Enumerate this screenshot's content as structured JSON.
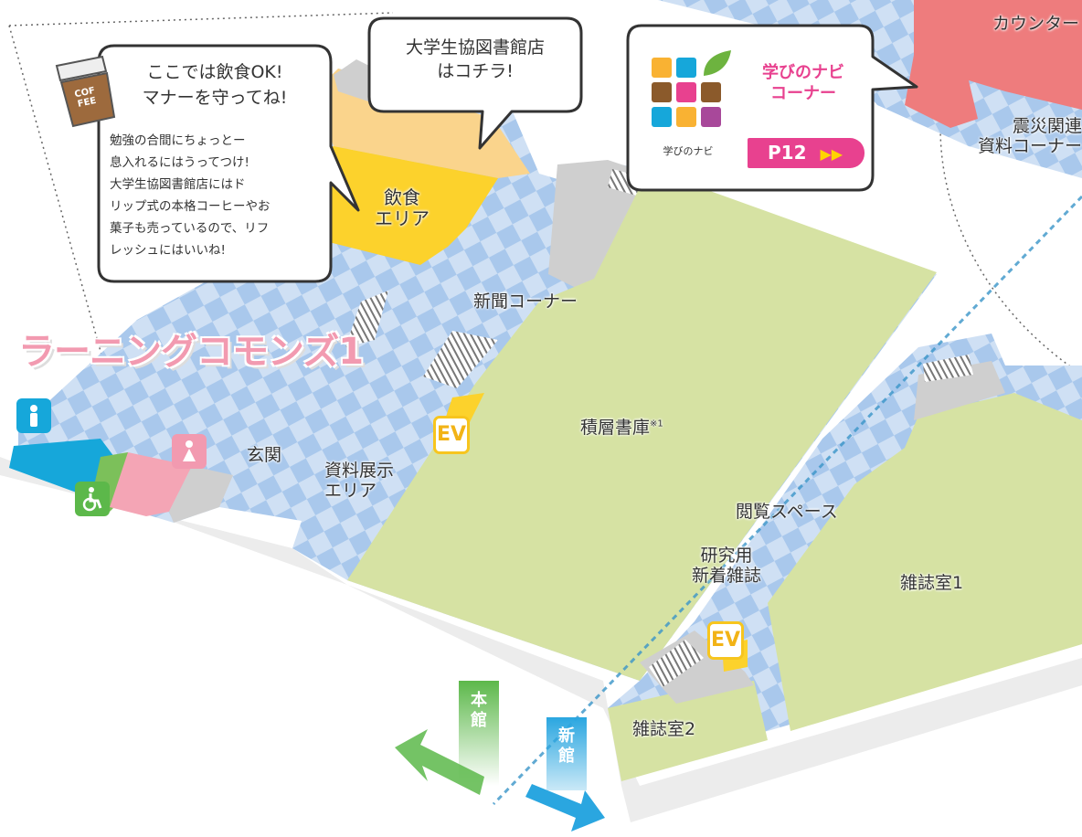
{
  "areas": {
    "learning_commons_title": "ラーニングコモンズ1",
    "dining_area": "飲食\nエリア",
    "newspaper_corner": "新聞コーナー",
    "stack": "積層書庫",
    "stack_note": "※1",
    "entrance": "玄関",
    "exhibition_area": "資料展示\nエリア",
    "reading_space": "閲覧スペース",
    "new_journals": "研究用\n新着雑誌",
    "magazine_room_1": "雑誌室1",
    "magazine_room_2": "雑誌室2",
    "counter": "カウンター",
    "disaster_corner": "震災関連\n資料コーナー",
    "elevator": "EV"
  },
  "bubbles": {
    "coffee": {
      "title_line1": "ここでは飲食OK!",
      "title_line2": "マナーを守ってね!",
      "body": "勉強の合間にちょっとー\n息入れるにはうってつけ!\n大学生協図書館店にはド\nリップ式の本格コーヒーやお\n菓子も売っているので、リフ\nレッシュにはいいね!",
      "cup_text": "COF\nFEE"
    },
    "coop": {
      "text": "大学生協図書館店\nはコチラ!"
    },
    "manabi": {
      "title": "学びのナビ\nコーナー",
      "logo_caption": "学びのナビ",
      "page_ref": "P12"
    }
  },
  "arrows": {
    "main_building": "本館",
    "new_building": "新館"
  },
  "colors": {
    "floor_blue": "#b9d3ef",
    "stack_green": "#d6e2a3",
    "dining_yellow": "#fcd22c",
    "coop_orange": "#fad48c",
    "counter_red": "#ee7c7d",
    "gray": "#cfcfcf",
    "title_pink": "#f29ab0",
    "accent_magenta": "#e8418f"
  }
}
